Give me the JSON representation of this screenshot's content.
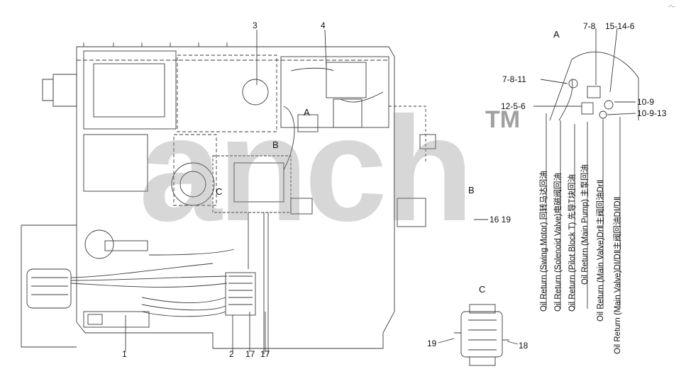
{
  "watermark": {
    "text": "anch",
    "tm": "TM"
  },
  "top_right_mark": ".-..",
  "part_numbers": {
    "p3": "3",
    "p4": "4",
    "p1": "1",
    "p2": "2",
    "p17a": "17",
    "p17b": "17",
    "p16_19": "16 19",
    "p7_8": "7-8",
    "p15_14_6": "15-14-6",
    "p7_8_11": "7-8-11",
    "p12_5_6": "12-5-6",
    "p10_9": "10-9",
    "p10_9_13": "10-9-13",
    "p19": "19",
    "p18": "18"
  },
  "view_labels": {
    "A_main": "A",
    "B_main": "B",
    "C_main": "C",
    "A_detail": "A",
    "B_detail": "B",
    "C_detail": "C"
  },
  "callouts": [
    "Oil Return (Swing Motor) 回转马达回油",
    "Oil Return (Solenoid Valve)电磁阀回油",
    "Oil Return (Pilot Block T) 先导T块回油",
    "Oil Return (Main Pump) 主泵回油",
    "Oil Return (Main Valve)DrⅡ主阀回油DrⅡ",
    "Oil Return (Main Valve)DⅠ/DⅡ主阀回油DⅠ/DⅡ"
  ]
}
